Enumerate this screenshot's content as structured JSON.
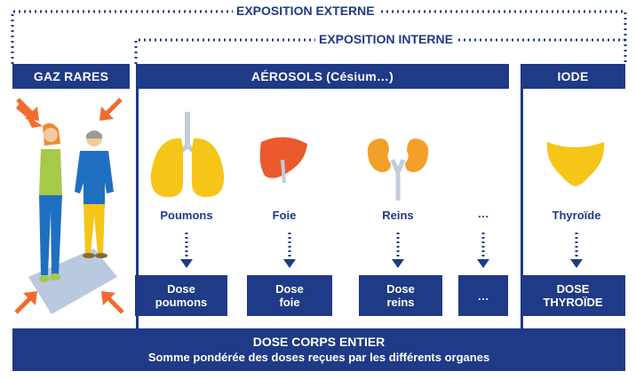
{
  "exposition_externe": "EXPOSITION EXTERNE",
  "exposition_interne": "EXPOSITION INTERNE",
  "headers": {
    "gaz_rares": "GAZ RARES",
    "aerosols": "AÉROSOLS (Césium…)",
    "iode": "IODE"
  },
  "organs": [
    {
      "label": "Poumons",
      "dose_line1": "Dose",
      "dose_line2": "poumons"
    },
    {
      "label": "Foie",
      "dose_line1": "Dose",
      "dose_line2": "foie"
    },
    {
      "label": "Reins",
      "dose_line1": "Dose",
      "dose_line2": "reins"
    },
    {
      "label": "…",
      "dose_line1": "…",
      "dose_line2": ""
    },
    {
      "label": "Thyroïde",
      "dose_line1": "DOSE",
      "dose_line2": "THYROÏDE"
    }
  ],
  "footer": {
    "title": "DOSE CORPS ENTIER",
    "subtitle": "Somme pondérée des doses reçues par les différents organes"
  },
  "colors": {
    "navy": "#1f3a86",
    "lung": "#f5c518",
    "liver": "#ea5a2c",
    "kidney": "#f3a02a",
    "thyroid": "#f5c518",
    "arrow": "#f26b2c"
  }
}
